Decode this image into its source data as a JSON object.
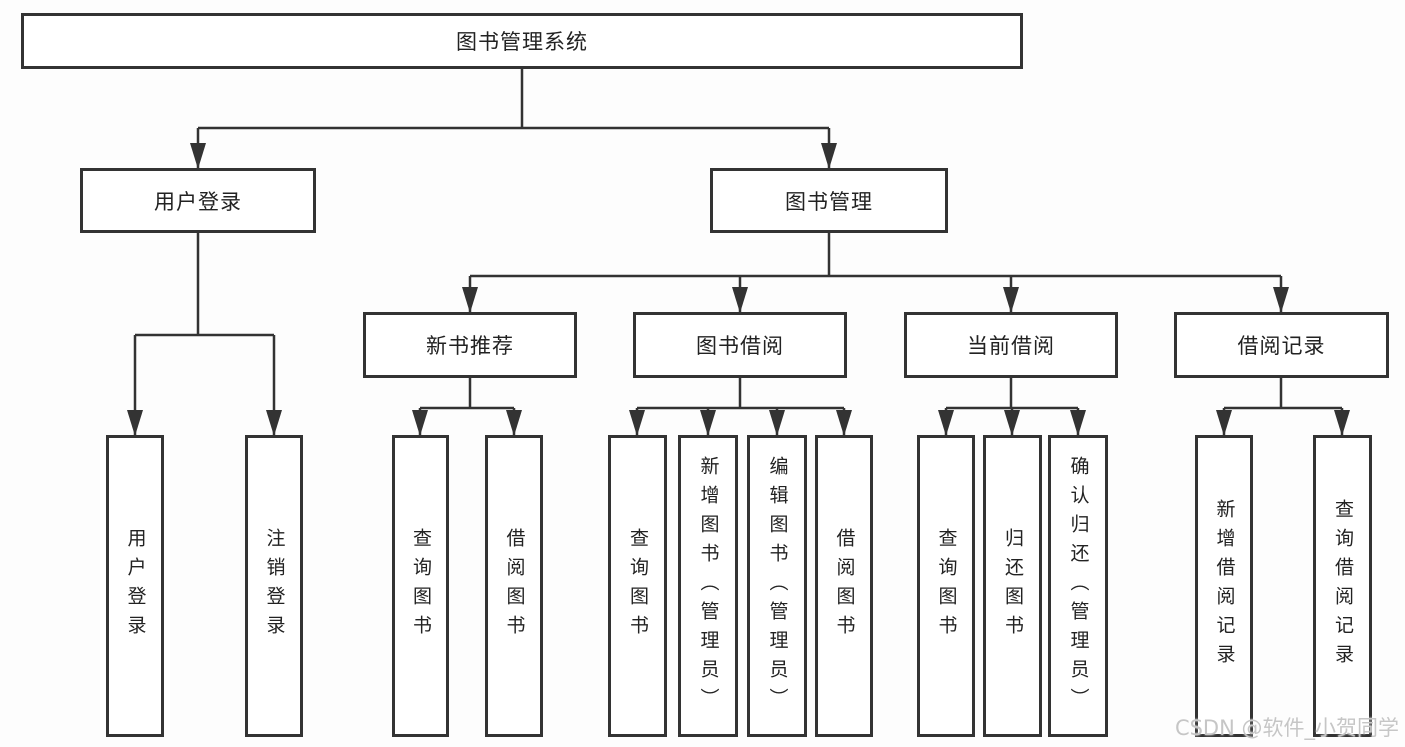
{
  "diagram": {
    "type": "hierarchy-tree",
    "title": "图书管理系统",
    "watermark": "CSDN @软件_小贺同学",
    "colors": {
      "line": "#333333",
      "box_border": "#333333",
      "box_fill": "#ffffff",
      "text": "#222222",
      "watermark": "#c6c6c6",
      "background": "#fdfdfd"
    },
    "tree": {
      "root": {
        "label": "图书管理系统",
        "children": [
          {
            "label": "用户登录",
            "children": [
              {
                "label": "用户登录"
              },
              {
                "label": "注销登录"
              }
            ]
          },
          {
            "label": "图书管理",
            "children": [
              {
                "label": "新书推荐",
                "children": [
                  {
                    "label": "查询图书"
                  },
                  {
                    "label": "借阅图书"
                  }
                ]
              },
              {
                "label": "图书借阅",
                "children": [
                  {
                    "label": "查询图书"
                  },
                  {
                    "label": "新增图书（管理员）"
                  },
                  {
                    "label": "编辑图书（管理员）"
                  },
                  {
                    "label": "借阅图书"
                  }
                ]
              },
              {
                "label": "当前借阅",
                "children": [
                  {
                    "label": "查询图书"
                  },
                  {
                    "label": "归还图书"
                  },
                  {
                    "label": "确认归还（管理员）"
                  }
                ]
              },
              {
                "label": "借阅记录",
                "children": [
                  {
                    "label": "新增借阅记录"
                  },
                  {
                    "label": "查询借阅记录"
                  }
                ]
              }
            ]
          }
        ]
      }
    }
  }
}
